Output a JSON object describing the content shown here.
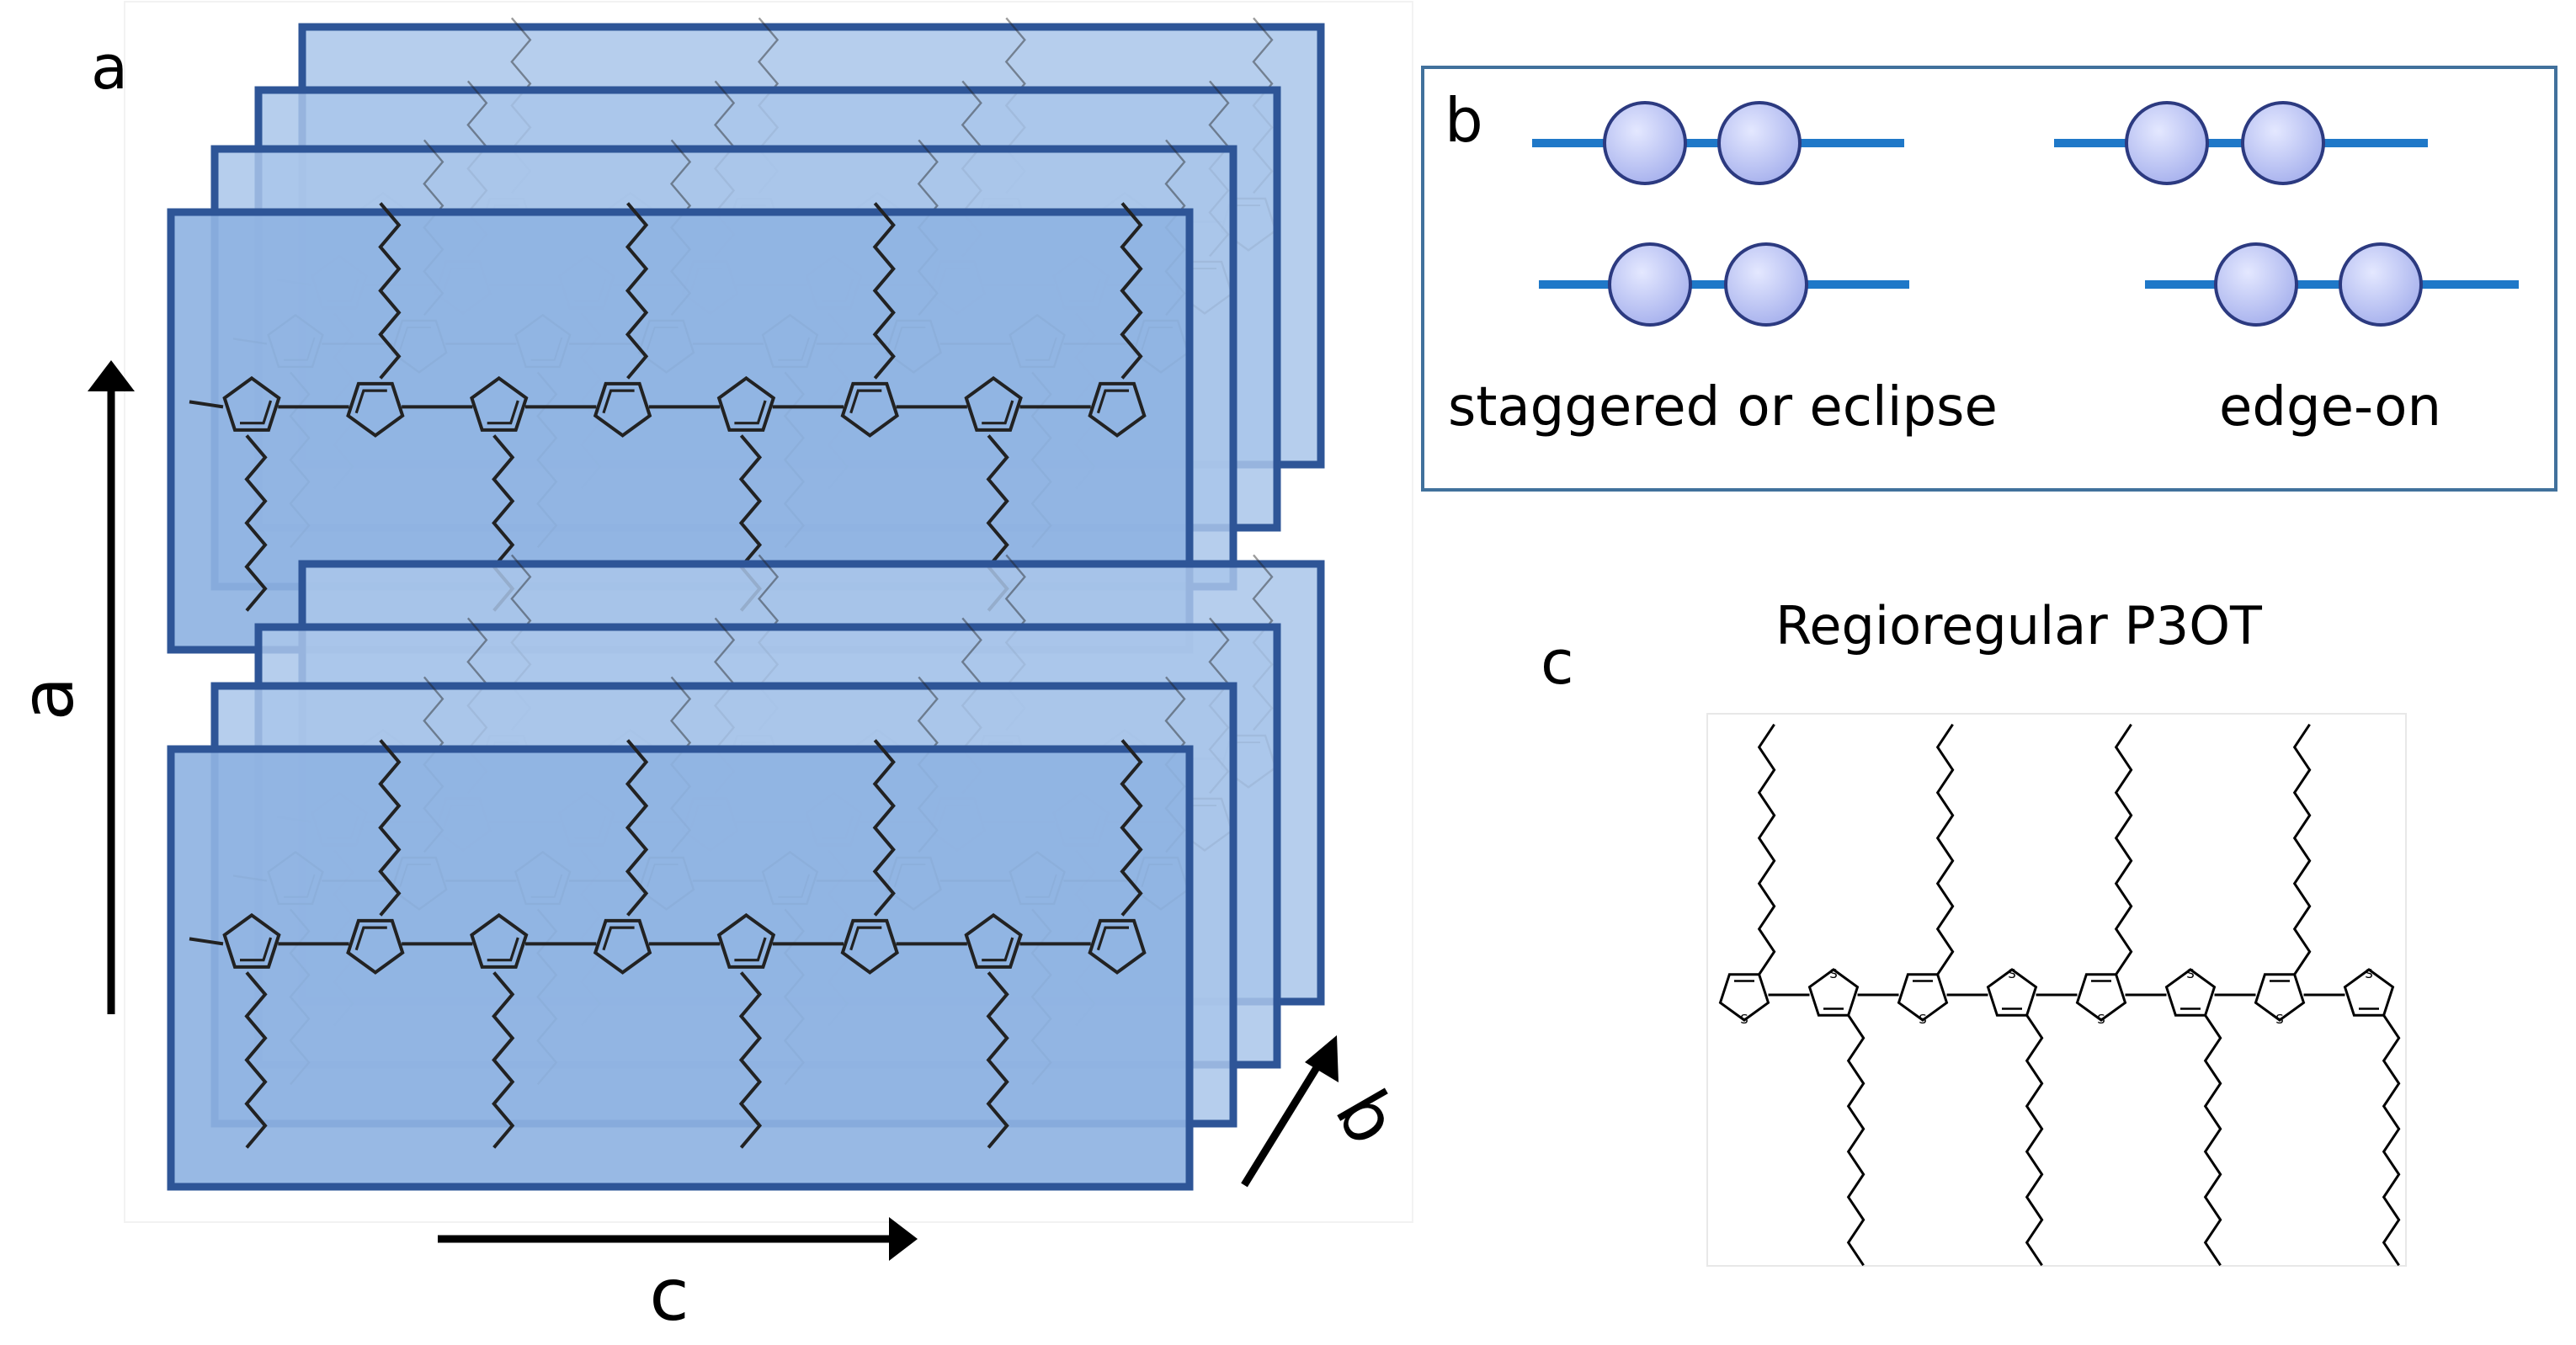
{
  "panel_a": {
    "letter": "a",
    "axis_vertical": "a",
    "axis_horizontal": "c",
    "axis_diagonal": "b",
    "colors": {
      "sheet_fill": "#9dbfe6",
      "sheet_border": "#2e5597",
      "chain": "#2a2a2a"
    }
  },
  "panel_b": {
    "letter": "b",
    "caption_left": "staggered or eclipse",
    "caption_right": "edge-on",
    "colors": {
      "rod": "#1f78c8",
      "bead": "#b6bff0",
      "bead_edge": "#2c3a80",
      "frame": "#41719c"
    }
  },
  "panel_c": {
    "letter": "c",
    "title": "Regioregular P3OT",
    "sulfur_label": "S"
  }
}
